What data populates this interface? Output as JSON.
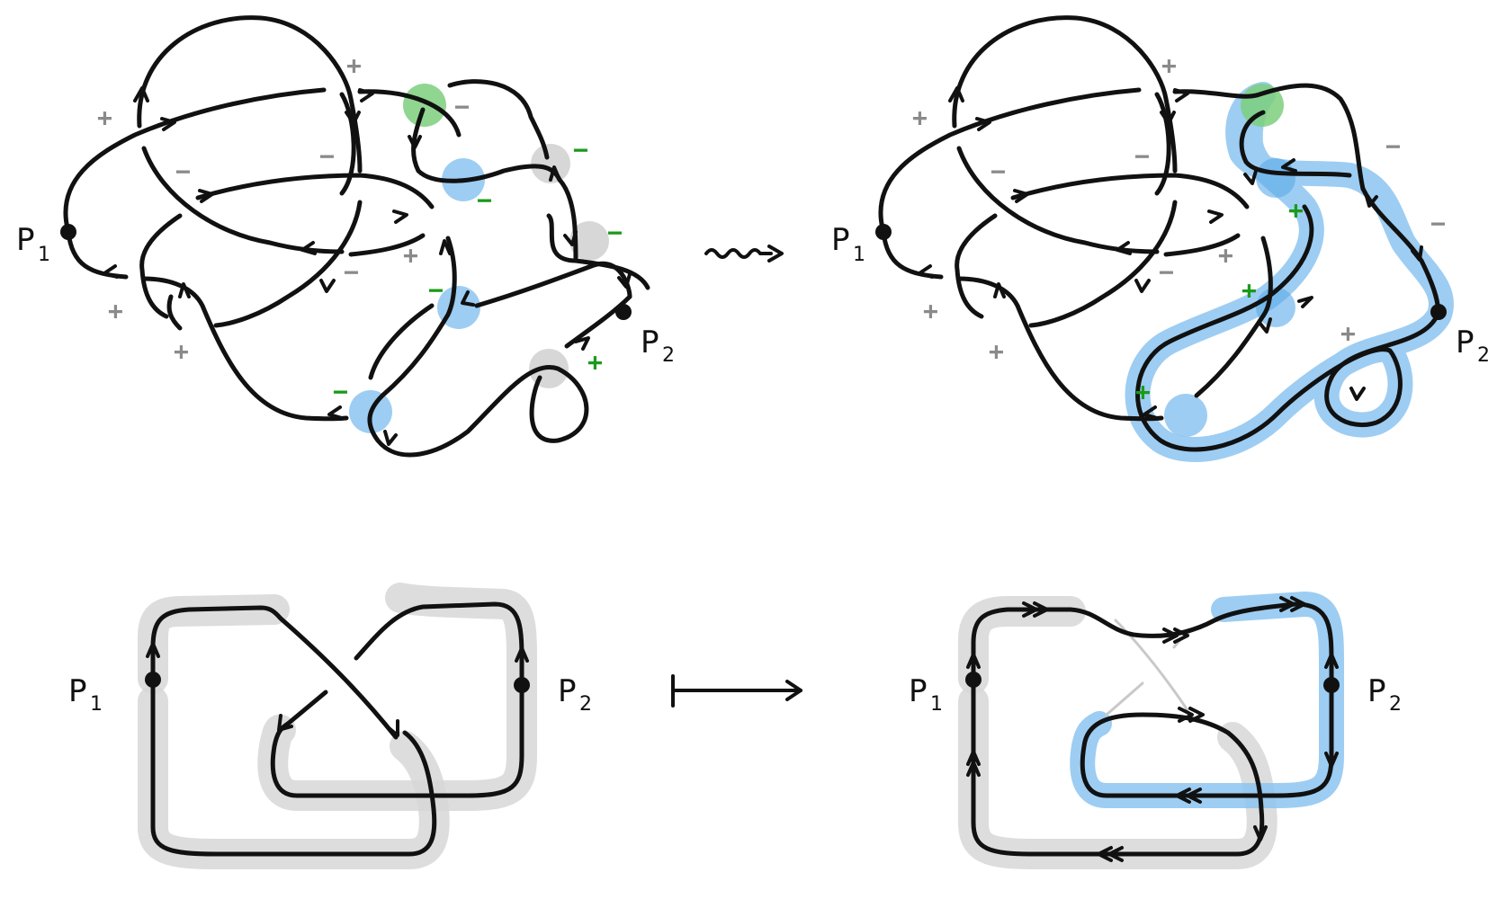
{
  "labels": {
    "p1": "P",
    "p1_sub": "1",
    "p2": "P",
    "p2_sub": "2"
  },
  "signs": {
    "plus": "+",
    "minus": "−"
  },
  "colors": {
    "ink": "#111111",
    "grey_sign": "#8a8a8a",
    "green_sign": "#1a9a1a",
    "blue_highlight": "#8cc4f0",
    "green_highlight": "#7ccf7c",
    "grey_highlight": "#d7d7d7"
  },
  "arrows": {
    "squiggle": "squiggle-arrow-icon",
    "maps_to": "maps-to-arrow-icon"
  }
}
